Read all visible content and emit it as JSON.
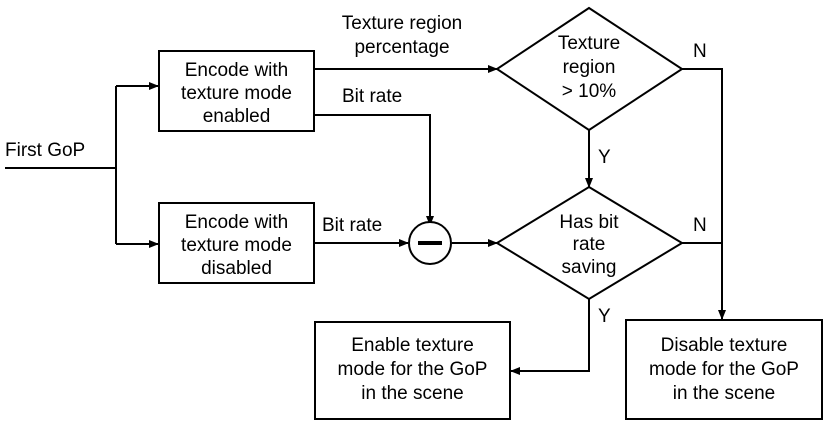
{
  "diagram": {
    "input_label": "First GoP",
    "encode_enabled": [
      "Encode with",
      "texture mode",
      "enabled"
    ],
    "encode_disabled": [
      "Encode with",
      "texture mode",
      "disabled"
    ],
    "texture_percentage_label": [
      "Texture region",
      "percentage"
    ],
    "bitrate_label_top": "Bit rate",
    "bitrate_label_bottom": "Bit rate",
    "decision_texture": [
      "Texture",
      "region",
      "> 10%"
    ],
    "decision_bitrate": [
      "Has bit",
      "rate",
      "saving"
    ],
    "yes_label": "Y",
    "no_label": "N",
    "enable_box": [
      "Enable texture",
      "mode for the GoP",
      "in the scene"
    ],
    "disable_box": [
      "Disable texture",
      "mode for the GoP",
      "in the scene"
    ]
  }
}
